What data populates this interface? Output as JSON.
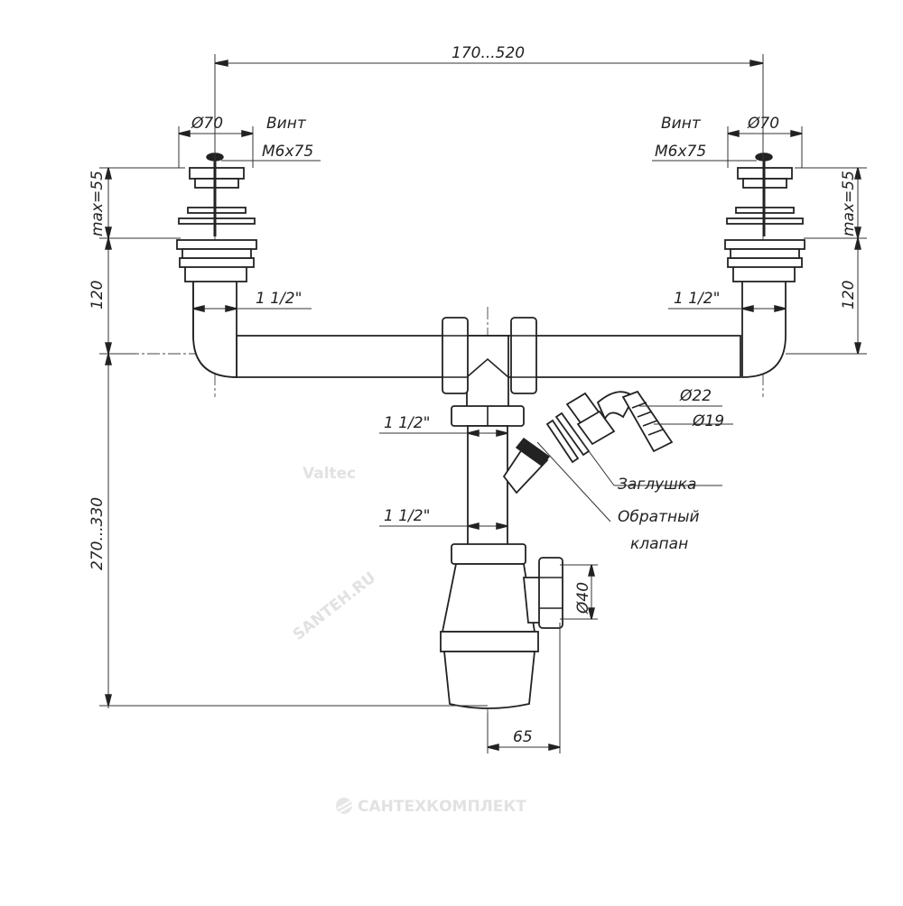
{
  "dimensions": {
    "top_width": "170...520",
    "left_strainer_dia": "Ø70",
    "right_strainer_dia": "Ø70",
    "left_screw_label": "Винт",
    "left_screw_size": "M6x75",
    "right_screw_label": "Винт",
    "right_screw_size": "M6x75",
    "left_max": "max=55",
    "right_max": "max=55",
    "left_height": "120",
    "right_height": "120",
    "left_thread": "1 1/2\"",
    "right_thread": "1 1/2\"",
    "tee_thread": "1 1/2\"",
    "lower_thread": "1 1/2\"",
    "overall_height": "270...330",
    "hose_outer": "Ø22",
    "hose_inner": "Ø19",
    "outlet_dia": "Ø40",
    "offset": "65"
  },
  "callouts": {
    "plug": "Заглушка",
    "check_valve_line1": "Обратный",
    "check_valve_line2": "клапан"
  },
  "watermarks": {
    "brand": "Valtec",
    "site": "SANTEH.RU",
    "footer": "САНТЕХКОМПЛЕКТ"
  }
}
